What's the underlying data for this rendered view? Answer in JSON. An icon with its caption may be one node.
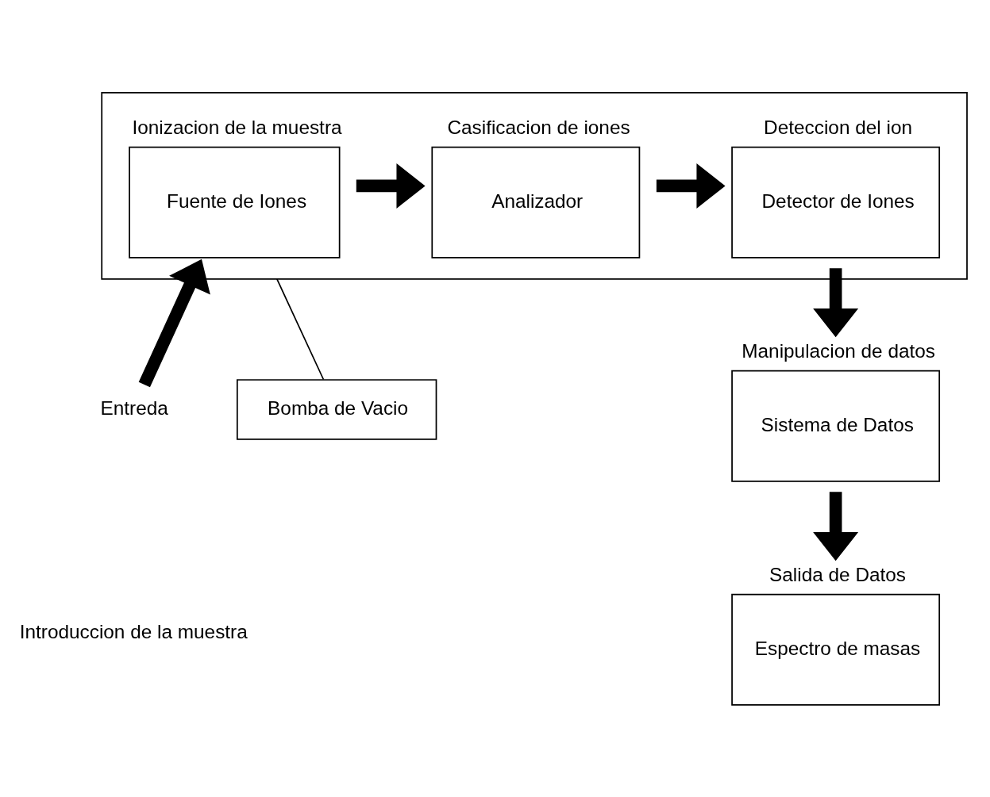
{
  "diagram": {
    "nodes": [
      {
        "text": [],
        "shape": "box"
      },
      {
        "text": [
          "Fuente de Iones"
        ],
        "beside": [
          "Ionizacion de la muestra"
        ],
        "in": 0
      },
      {
        "text": [
          "Analizador"
        ],
        "beside": [
          "Casificacion de iones"
        ],
        "in": 0
      },
      {
        "text": [
          "Detector de Iones"
        ],
        "beside": [
          "Deteccion del ion"
        ],
        "in": 0
      },
      {
        "text": [
          "Entreda"
        ]
      },
      {
        "text": [
          "Bomba de Vacio"
        ]
      },
      {
        "text": [
          "Sistema de Datos"
        ],
        "beside": [
          "Manipulacion de datos"
        ]
      },
      {
        "text": [
          "Espectro de masas"
        ],
        "beside": [
          "Salida de Datos"
        ]
      }
    ],
    "edges": [
      {
        "from": 1,
        "to": 2,
        "arrow": "to"
      },
      {
        "from": 2,
        "to": 3,
        "arrow": "to"
      },
      {
        "from": 4,
        "to": 1,
        "arrow": "to"
      },
      {
        "from": 5,
        "to": 0,
        "arrow": "none"
      },
      {
        "from": 3,
        "to": 6,
        "arrow": "to"
      },
      {
        "from": 6,
        "to": 7,
        "arrow": "to"
      }
    ],
    "labels": [
      "Introduccion de la muestra"
    ]
  }
}
